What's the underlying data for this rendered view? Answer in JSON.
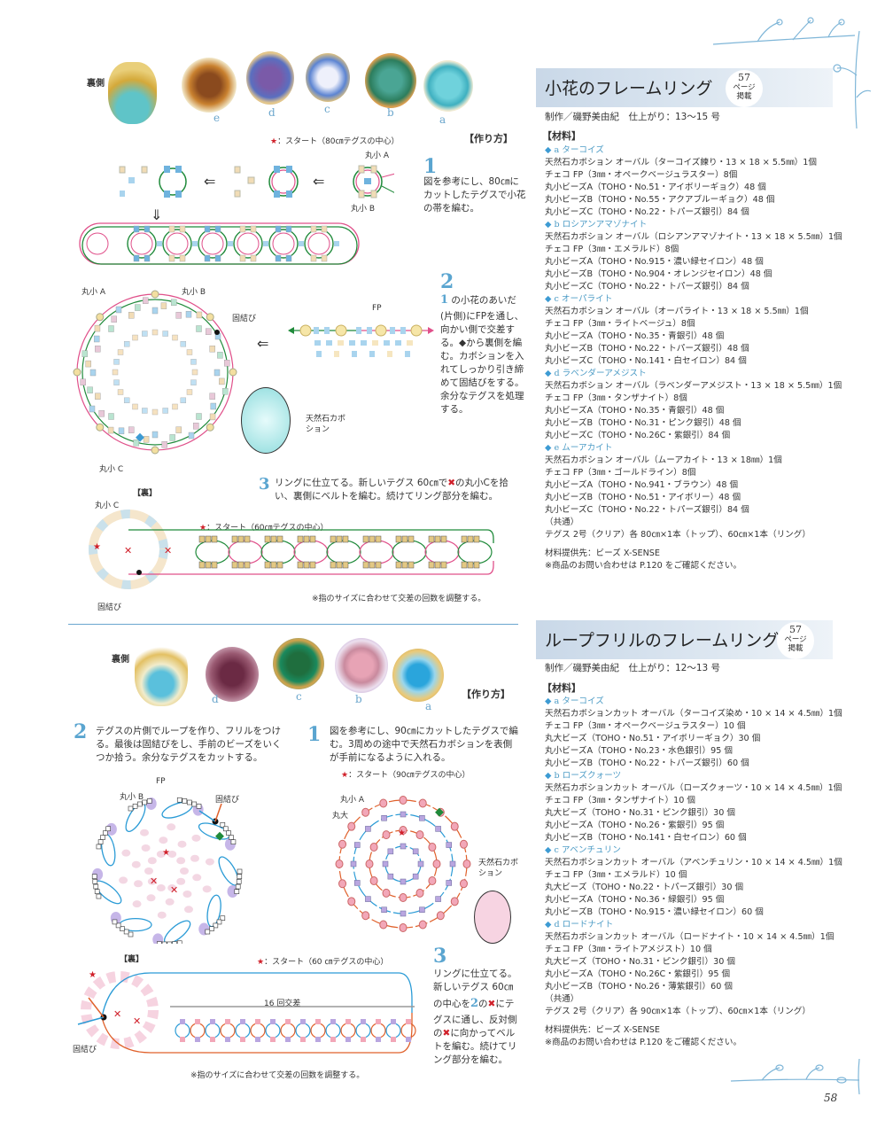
{
  "page_number": "58",
  "section1": {
    "title": "小花のフレームリング",
    "badge": {
      "num": "57",
      "line1": "ページ",
      "line2": "掲載"
    },
    "credit": "制作／磯野美由紀　仕上がり：13～15 号",
    "materials_heading": "【材料】",
    "groups": [
      {
        "label": "a ターコイズ",
        "items": [
          "天然石カボション オーバル（ターコイズ練り・13 × 18 × 5.5㎜）1個",
          "チェコ FP（3㎜・オペークベージュラスター）8個",
          "丸小ビーズA（TOHO・No.51・アイボリーギョク）48 個",
          "丸小ビーズB（TOHO・No.55・アクアブルーギョク）48 個",
          "丸小ビーズC（TOHO・No.22・トパーズ銀引）84 個"
        ]
      },
      {
        "label": "b ロシアンアマゾナイト",
        "items": [
          "天然石カボション オーバル（ロシアンアマゾナイト・13 × 18 × 5.5㎜）1個",
          "チェコ FP（3㎜・エメラルド）8個",
          "丸小ビーズA（TOHO・No.915・濃い緑セイロン）48 個",
          "丸小ビーズB（TOHO・No.904・オレンジセイロン）48 個",
          "丸小ビーズC（TOHO・No.22・トパーズ銀引）84 個"
        ]
      },
      {
        "label": "c オーパライト",
        "items": [
          "天然石カボション オーバル（オーパライト・13 × 18 × 5.5㎜）1個",
          "チェコ FP（3㎜・ライトベージュ）8個",
          "丸小ビーズA（TOHO・No.35・青銀引）48 個",
          "丸小ビーズB（TOHO・No.22・トパーズ銀引）48 個",
          "丸小ビーズC（TOHO・No.141・白セイロン）84 個"
        ]
      },
      {
        "label": "d ラベンダーアメジスト",
        "items": [
          "天然石カボション オーバル（ラベンダーアメジスト・13 × 18 × 5.5㎜）1個",
          "チェコ FP（3㎜・タンザナイト）8個",
          "丸小ビーズA（TOHO・No.35・青銀引）48 個",
          "丸小ビーズB（TOHO・No.31・ピンク銀引）48 個",
          "丸小ビーズC（TOHO・No.26C・紫銀引）84 個"
        ]
      },
      {
        "label": "e ムーアカイト",
        "items": [
          "天然石カボション オーバル（ムーアカイト・13 × 18㎜）1個",
          "チェコ FP（3㎜・ゴールドライン）8個",
          "丸小ビーズA（TOHO・No.941・ブラウン）48 個",
          "丸小ビーズB（TOHO・No.51・アイボリー）48 個",
          "丸小ビーズC（TOHO・No.22・トパーズ銀引）84 個"
        ]
      }
    ],
    "common_label": "（共通）",
    "common_item": "テグス 2号（クリア）各 80㎝×1本（トップ）、60㎝×1本（リング）",
    "supplier": "材料提供先：ビーズ X-SENSE",
    "inquiry": "※商品のお問い合わせは P.120 をご確認ください。",
    "photo_back_label": "裏側",
    "photo_labels": [
      "e",
      "d",
      "c",
      "b",
      "a"
    ],
    "howto_heading": "【作り方】",
    "start_label_80": "：スタート（80㎝テグスの中心）",
    "step1_num": "1",
    "step1_text": "図を参考にし、80㎝にカットしたテグスで小花の帯を編む。",
    "step2_num": "2",
    "step2_ref": "1",
    "step2_text": "の小花のあいだ(片側)にFPを通し、向かい側で交差する。◆から裏側を編む。カボションを入れてしっかり引き締めて固結びをする。余分なテグスを処理する。",
    "step3_num": "3",
    "step3_text_a": "リングに仕立てる。新しいテグス 60㎝で",
    "step3_text_b": "の丸小Cを拾い、裏側にベルトを編む。続けてリング部分を編む。",
    "diagram_labels": {
      "maru_a": "丸小 A",
      "maru_b": "丸小 B",
      "maru_c": "丸小 C",
      "fp": "FP",
      "knot": "固結び",
      "cabochon": "天然石カボション",
      "back": "【裏】"
    },
    "start_label_60": "：スタート（60㎝テグスの中心）",
    "adjust_note": "※指のサイズに合わせて交差の回数を調整する。"
  },
  "section2": {
    "title": "ループフリルのフレームリング",
    "badge": {
      "num": "57",
      "line1": "ページ",
      "line2": "掲載"
    },
    "credit": "制作／磯野美由紀　仕上がり：12～13 号",
    "materials_heading": "【材料】",
    "groups": [
      {
        "label": "a ターコイズ",
        "items": [
          "天然石カボションカット オーバル（ターコイズ染め・10 × 14 × 4.5㎜）1個",
          "チェコ FP（3㎜・オペークベージュラスター）10 個",
          "丸大ビーズ（TOHO・No.51・アイボリーギョク）30 個",
          "丸小ビーズA（TOHO・No.23・水色銀引）95 個",
          "丸小ビーズB（TOHO・No.22・トパーズ銀引）60 個"
        ]
      },
      {
        "label": "b ローズクォーツ",
        "items": [
          "天然石カボションカット オーバル（ローズクォーツ・10 × 14 × 4.5㎜）1個",
          "チェコ FP（3㎜・タンザナイト）10 個",
          "丸大ビーズ（TOHO・No.31・ピンク銀引）30 個",
          "丸小ビーズA（TOHO・No.26・紫銀引）95 個",
          "丸小ビーズB（TOHO・No.141・白セイロン）60 個"
        ]
      },
      {
        "label": "c アベンチュリン",
        "items": [
          "天然石カボションカット オーバル（アベンチュリン・10 × 14 × 4.5㎜）1個",
          "チェコ FP（3㎜・エメラルド）10 個",
          "丸大ビーズ（TOHO・No.22・トパーズ銀引）30 個",
          "丸小ビーズA（TOHO・No.36・緑銀引）95 個",
          "丸小ビーズB（TOHO・No.915・濃い緑セイロン）60 個"
        ]
      },
      {
        "label": "d ロードナイト",
        "items": [
          "天然石カボションカット オーバル（ロードナイト・10 × 14 × 4.5㎜）1個",
          "チェコ FP（3㎜・ライトアメジスト）10 個",
          "丸大ビーズ（TOHO・No.31・ピンク銀引）30 個",
          "丸小ビーズA（TOHO・No.26C・紫銀引）95 個",
          "丸小ビーズB（TOHO・No.26・薄紫銀引）60 個"
        ]
      }
    ],
    "common_label": "（共通）",
    "common_item": "テグス 2号（クリア）各 90㎝×1本（トップ）、60㎝×1本（リング）",
    "supplier": "材料提供先：ビーズ X-SENSE",
    "inquiry": "※商品のお問い合わせは P.120 をご確認ください。",
    "photo_back_label": "裏側",
    "photo_labels": [
      "d",
      "c",
      "b",
      "a"
    ],
    "howto_heading": "【作り方】",
    "step1_num": "1",
    "step1_text": "図を参考にし、90㎝にカットしたテグスで編む。3周めの途中で天然石カボションを表側が手前になるように入れる。",
    "start_label_90": "：スタート（90㎝テグスの中心）",
    "step2_num": "2",
    "step2_text": "テグスの片側でループを作り、フリルをつける。最後は固結びをし、手前のビーズをいくつか拾う。余分なテグスをカットする。",
    "step3_num": "3",
    "step3_text_a": "リングに仕立てる。新しいテグス 60㎝の中心を",
    "step3_ref": "2",
    "step3_text_b": "の",
    "step3_text_c": "にテグスに通し、反対側の",
    "step3_text_d": "に向かってベルトを編む。続けてリング部分を編む。",
    "diagram_labels": {
      "maru_a": "丸小 A",
      "maru_b": "丸小 B",
      "maru_dai": "丸大",
      "fp": "FP",
      "knot": "固結び",
      "cabochon": "天然石カボション",
      "back": "【裏】",
      "cross16": "16 回交差"
    },
    "start_label_60": "：スタート（60 ㎝テグスの中心）",
    "adjust_note": "※指のサイズに合わせて交差の回数を調整する。"
  },
  "colors": {
    "accent": "#5aa5d0",
    "green": "#1f8a3a",
    "pink": "#e0508a",
    "red": "#d0202a",
    "blue": "#2a9bd6",
    "orange": "#e0602a"
  }
}
